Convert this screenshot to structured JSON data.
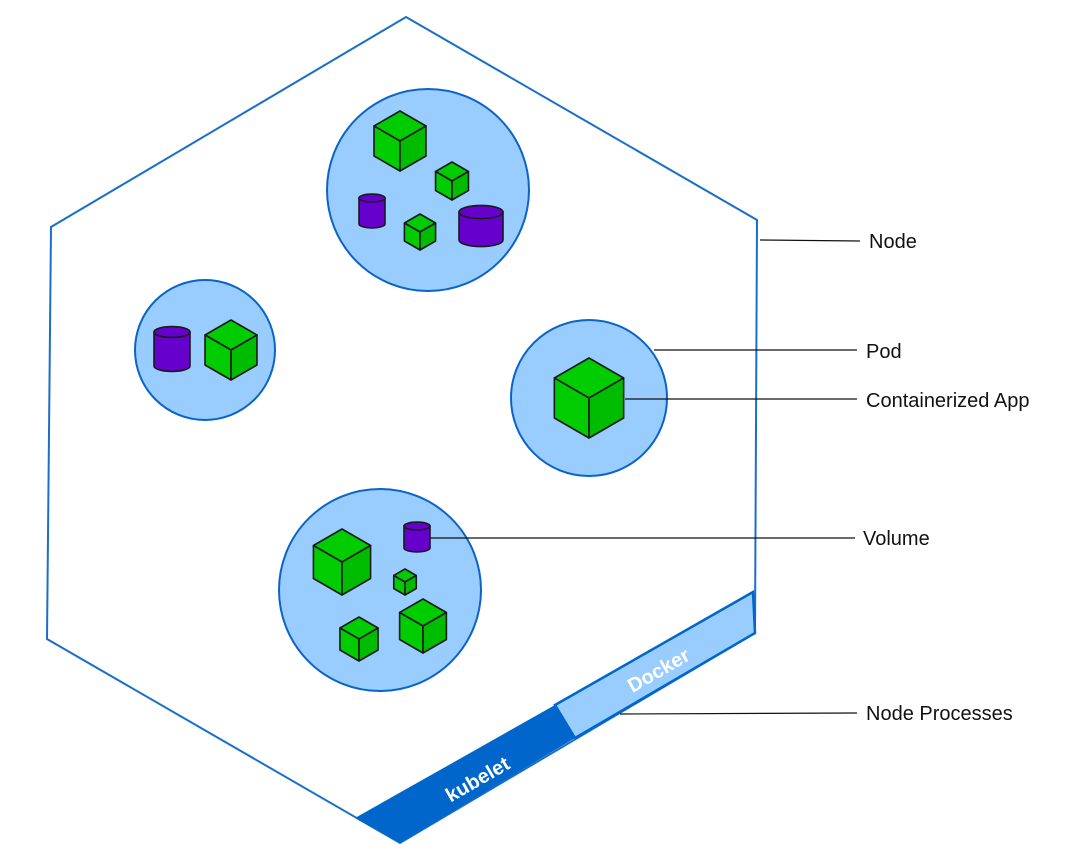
{
  "labels": {
    "node": "Node",
    "pod": "Pod",
    "containerized_app": "Containerized App",
    "volume": "Volume",
    "node_processes": "Node Processes"
  },
  "node_processes": {
    "kubelet": "kubelet",
    "docker": "Docker"
  },
  "colors": {
    "node_outline": "#1a6fc9",
    "pod_fill": "#99ccff",
    "pod_stroke": "#0a64c8",
    "container_green": "#00cc00",
    "volume_purple": "#6600cc",
    "kubelet_band": "#0066cc",
    "docker_band": "#99ccff"
  },
  "icons": {
    "container": "cube-icon",
    "volume": "cylinder-icon"
  }
}
